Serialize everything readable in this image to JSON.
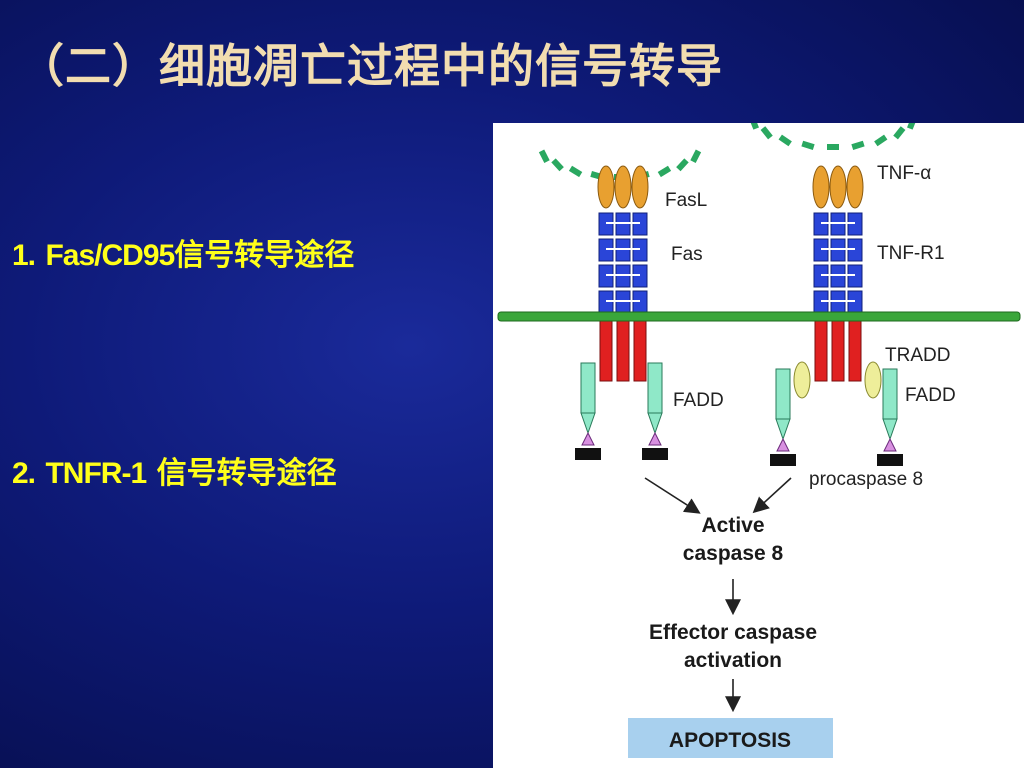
{
  "title": "（二）细胞凋亡过程中的信号转导",
  "bullets": [
    {
      "number": "1.",
      "latin": "Fas/CD95",
      "text": "信号转导途径"
    },
    {
      "number": "2.",
      "latin": "TNFR-1",
      "text": "信号转导途径"
    }
  ],
  "diagram": {
    "labels": {
      "fasl": "FasL",
      "fas": "Fas",
      "tnf_alpha": "TNF-α",
      "tnf_r1": "TNF-R1",
      "tradd": "TRADD",
      "fadd_left": "FADD",
      "fadd_right": "FADD",
      "procaspase": "procaspase 8",
      "active_line1": "Active",
      "active_line2": "caspase 8",
      "effector_line1": "Effector caspase",
      "effector_line2": "activation",
      "apoptosis": "APOPTOSIS"
    },
    "colors": {
      "ligand": "#e8a030",
      "receptor_ext": "#2a45d8",
      "receptor_int": "#e02020",
      "membrane": "#3aa63a",
      "fadd": "#8fe8c8",
      "death_effector": "#d890e0",
      "procaspase": "#111111",
      "tradd": "#eeee9a",
      "ligand_dots": "#2aa860",
      "apoptosis_box": "#a8d0ee"
    }
  }
}
